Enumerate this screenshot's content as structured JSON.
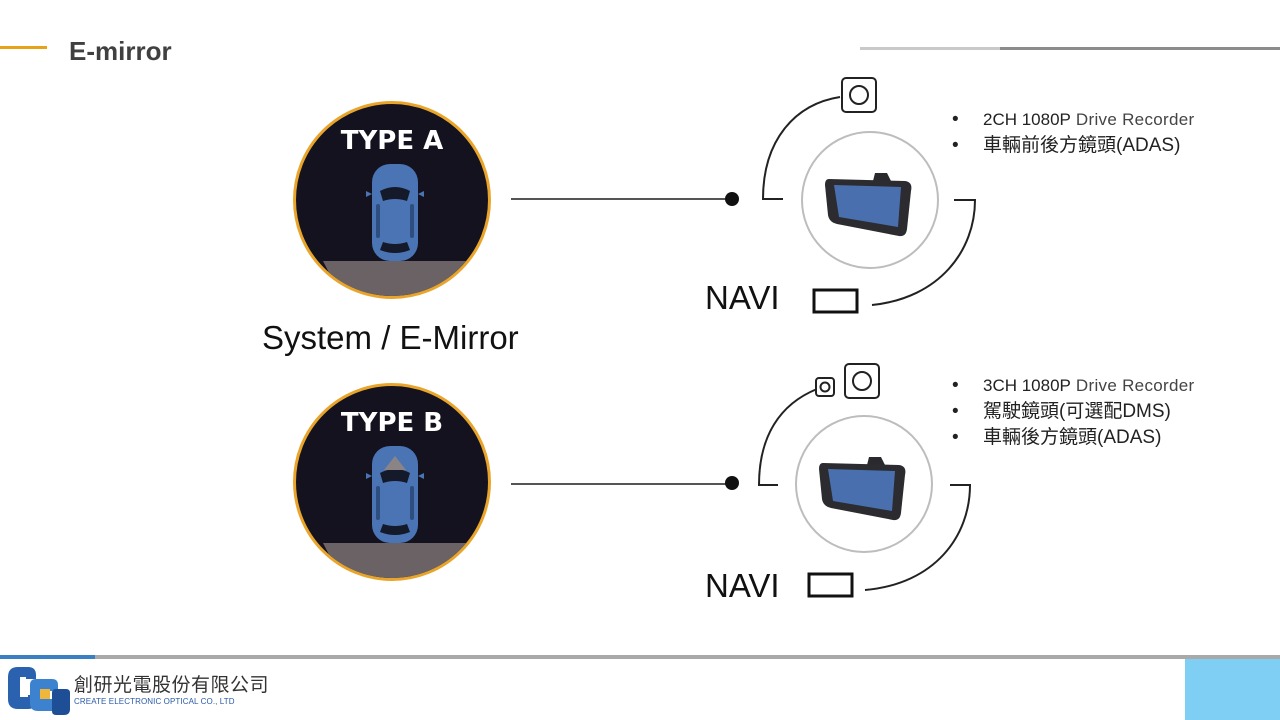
{
  "header": {
    "title": "E-mirror"
  },
  "types": [
    {
      "label": "TYPE A",
      "bullets": [
        {
          "prefix": "2CH 1080P",
          "suffix": " Drive  Recorder"
        },
        {
          "text": "車輛前後方鏡頭(ADAS)"
        }
      ],
      "navi": "NAVI"
    },
    {
      "label": "TYPE B",
      "bullets": [
        {
          "prefix": "3CH 1080P",
          "suffix": " Drive Recorder"
        },
        {
          "text": "駕駛鏡頭(可選配DMS)"
        },
        {
          "text": "車輛後方鏡頭(ADAS)"
        }
      ],
      "navi": "NAVI"
    }
  ],
  "section_label": "System / E-Mirror",
  "footer": {
    "company_name": "創研光電股份有限公司",
    "company_en": "CREATE ELECTRONIC OPTICAL CO., LTD"
  },
  "colors": {
    "accent_orange": "#e8a21a",
    "badge_bg": "#14121e",
    "car_blue": "#4a74b4",
    "screen_blue": "#4a6faf",
    "footer_blue": "#7fcff4"
  },
  "icons": [
    "camera-icon",
    "car-icon",
    "mirror-device-icon",
    "navi-screen-icon",
    "company-logo-icon"
  ]
}
